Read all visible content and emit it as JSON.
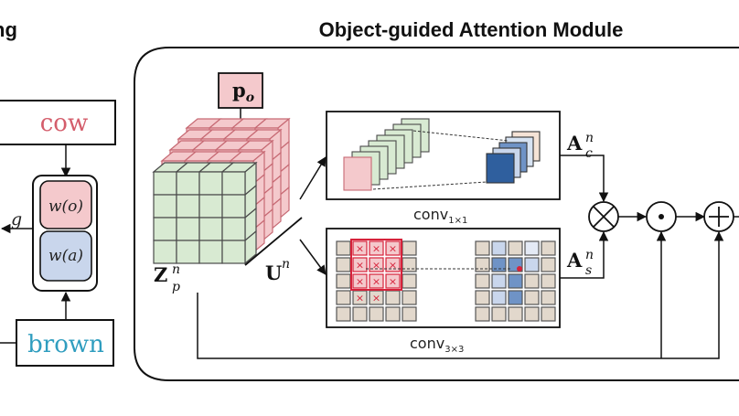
{
  "title_left_fragment": "ng",
  "title_main": "Object-guided Attention Module",
  "left": {
    "word_top": "cow",
    "word_bottom": "brown",
    "g_label": "g",
    "w_object": "w(o)",
    "w_attribute": "w(a)"
  },
  "module": {
    "p_main": "p",
    "p_sub": "o",
    "z_main": "Z",
    "z_sup": "n",
    "z_sub": "p",
    "u_main": "U",
    "u_sup": "n",
    "ac_main": "A",
    "ac_sup": "n",
    "ac_sub": "c",
    "as_main": "A",
    "as_sup": "n",
    "as_sub": "s",
    "conv1_main": "conv",
    "conv1_sub": "1×1",
    "conv3_main": "conv",
    "conv3_sub": "3×3",
    "op_mul": "⊗",
    "op_dot": "⊙",
    "op_add": "⊕"
  },
  "colors": {
    "pink": "#f4c9cc",
    "pink_edge": "#c76a74",
    "green": "#d8ead2",
    "green_edge": "#4a4a4a",
    "blue": "#c9d6ec",
    "blue_dark": "#6f93c6",
    "red": "#d6223a",
    "cow_text": "#d45d6b",
    "brown_text": "#2f9dbf",
    "beige": "#f5e3d6"
  }
}
